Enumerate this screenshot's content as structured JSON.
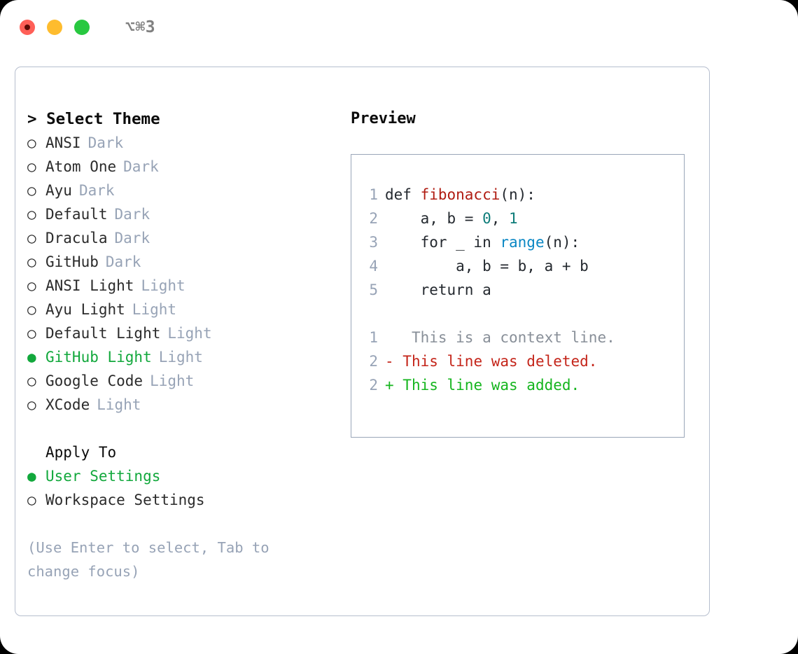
{
  "titlebar": {
    "shortcut": "⌥⌘3",
    "buttons": [
      {
        "name": "close",
        "color": "#ff5f57"
      },
      {
        "name": "minimize",
        "color": "#febc2e"
      },
      {
        "name": "maximize",
        "color": "#28c840"
      }
    ]
  },
  "theme_picker": {
    "heading": "> Select Theme",
    "selected_theme": "GitHub Light",
    "items": [
      {
        "bullet": "○",
        "name": "ANSI",
        "category": "Dark",
        "selected": false
      },
      {
        "bullet": "○",
        "name": "Atom One",
        "category": "Dark",
        "selected": false
      },
      {
        "bullet": "○",
        "name": "Ayu",
        "category": "Dark",
        "selected": false
      },
      {
        "bullet": "○",
        "name": "Default",
        "category": "Dark",
        "selected": false
      },
      {
        "bullet": "○",
        "name": "Dracula",
        "category": "Dark",
        "selected": false
      },
      {
        "bullet": "○",
        "name": "GitHub",
        "category": "Dark",
        "selected": false
      },
      {
        "bullet": "○",
        "name": "ANSI Light",
        "category": "Light",
        "selected": false
      },
      {
        "bullet": "○",
        "name": "Ayu Light",
        "category": "Light",
        "selected": false
      },
      {
        "bullet": "○",
        "name": "Default Light",
        "category": "Light",
        "selected": false
      },
      {
        "bullet": "●",
        "name": "GitHub Light",
        "category": "Light",
        "selected": true
      },
      {
        "bullet": "○",
        "name": "Google Code",
        "category": "Light",
        "selected": false
      },
      {
        "bullet": "○",
        "name": "XCode",
        "category": "Light",
        "selected": false
      }
    ]
  },
  "apply_to": {
    "label": "Apply To",
    "selected_option": "User Settings",
    "options": [
      {
        "bullet": "●",
        "name": "User Settings",
        "selected": true
      },
      {
        "bullet": "○",
        "name": "Workspace Settings",
        "selected": false
      }
    ]
  },
  "hint": "(Use Enter to select, Tab to change focus)",
  "preview": {
    "title": "Preview",
    "code_lines": [
      {
        "num": "1",
        "parts": [
          {
            "t": "def ",
            "c": "plain"
          },
          {
            "t": "fibonacci",
            "c": "fn"
          },
          {
            "t": "(n):",
            "c": "plain"
          }
        ]
      },
      {
        "num": "2",
        "parts": [
          {
            "t": "    a, b = ",
            "c": "plain"
          },
          {
            "t": "0",
            "c": "num"
          },
          {
            "t": ", ",
            "c": "plain"
          },
          {
            "t": "1",
            "c": "num"
          }
        ]
      },
      {
        "num": "3",
        "parts": [
          {
            "t": "    for _ in ",
            "c": "plain"
          },
          {
            "t": "range",
            "c": "bi"
          },
          {
            "t": "(n):",
            "c": "plain"
          }
        ]
      },
      {
        "num": "4",
        "parts": [
          {
            "t": "        a, b = b, a + b",
            "c": "plain"
          }
        ]
      },
      {
        "num": "5",
        "parts": [
          {
            "t": "    return a",
            "c": "plain"
          }
        ]
      }
    ],
    "diff_lines": [
      {
        "num": "1",
        "marker": " ",
        "text": "  This is a context line.",
        "kind": "ctx"
      },
      {
        "num": "2",
        "marker": "-",
        "text": " This line was deleted.",
        "kind": "del"
      },
      {
        "num": "2",
        "marker": "+",
        "text": " This line was added.",
        "kind": "add"
      }
    ]
  },
  "colors": {
    "accent_green": "#12a83c",
    "muted": "#97a3b6",
    "diff_add": "#15b51e",
    "diff_del": "#c4251a",
    "syntax_function": "#b01c12",
    "syntax_number": "#0d7c79",
    "syntax_builtin": "#0a87c4"
  }
}
